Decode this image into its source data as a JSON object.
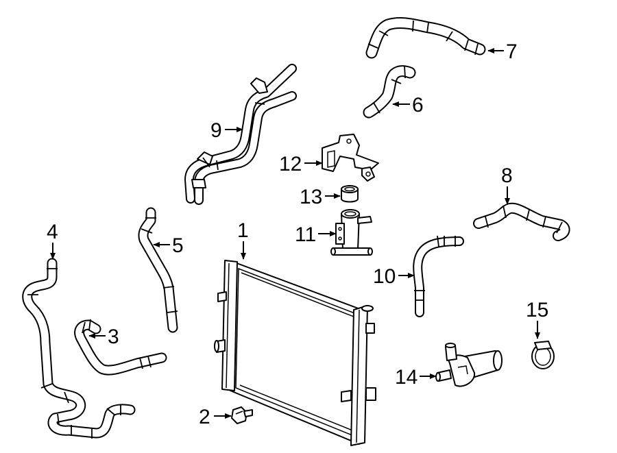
{
  "callouts": [
    {
      "id": "c1",
      "label": "1"
    },
    {
      "id": "c2",
      "label": "2"
    },
    {
      "id": "c3",
      "label": "3"
    },
    {
      "id": "c4",
      "label": "4"
    },
    {
      "id": "c5",
      "label": "5"
    },
    {
      "id": "c6",
      "label": "6"
    },
    {
      "id": "c7",
      "label": "7"
    },
    {
      "id": "c8",
      "label": "8"
    },
    {
      "id": "c9",
      "label": "9"
    },
    {
      "id": "c10",
      "label": "10"
    },
    {
      "id": "c11",
      "label": "11"
    },
    {
      "id": "c12",
      "label": "12"
    },
    {
      "id": "c13",
      "label": "13"
    },
    {
      "id": "c14",
      "label": "14"
    },
    {
      "id": "c15",
      "label": "15"
    }
  ],
  "colors": {
    "line": "#000000",
    "background": "#ffffff"
  }
}
